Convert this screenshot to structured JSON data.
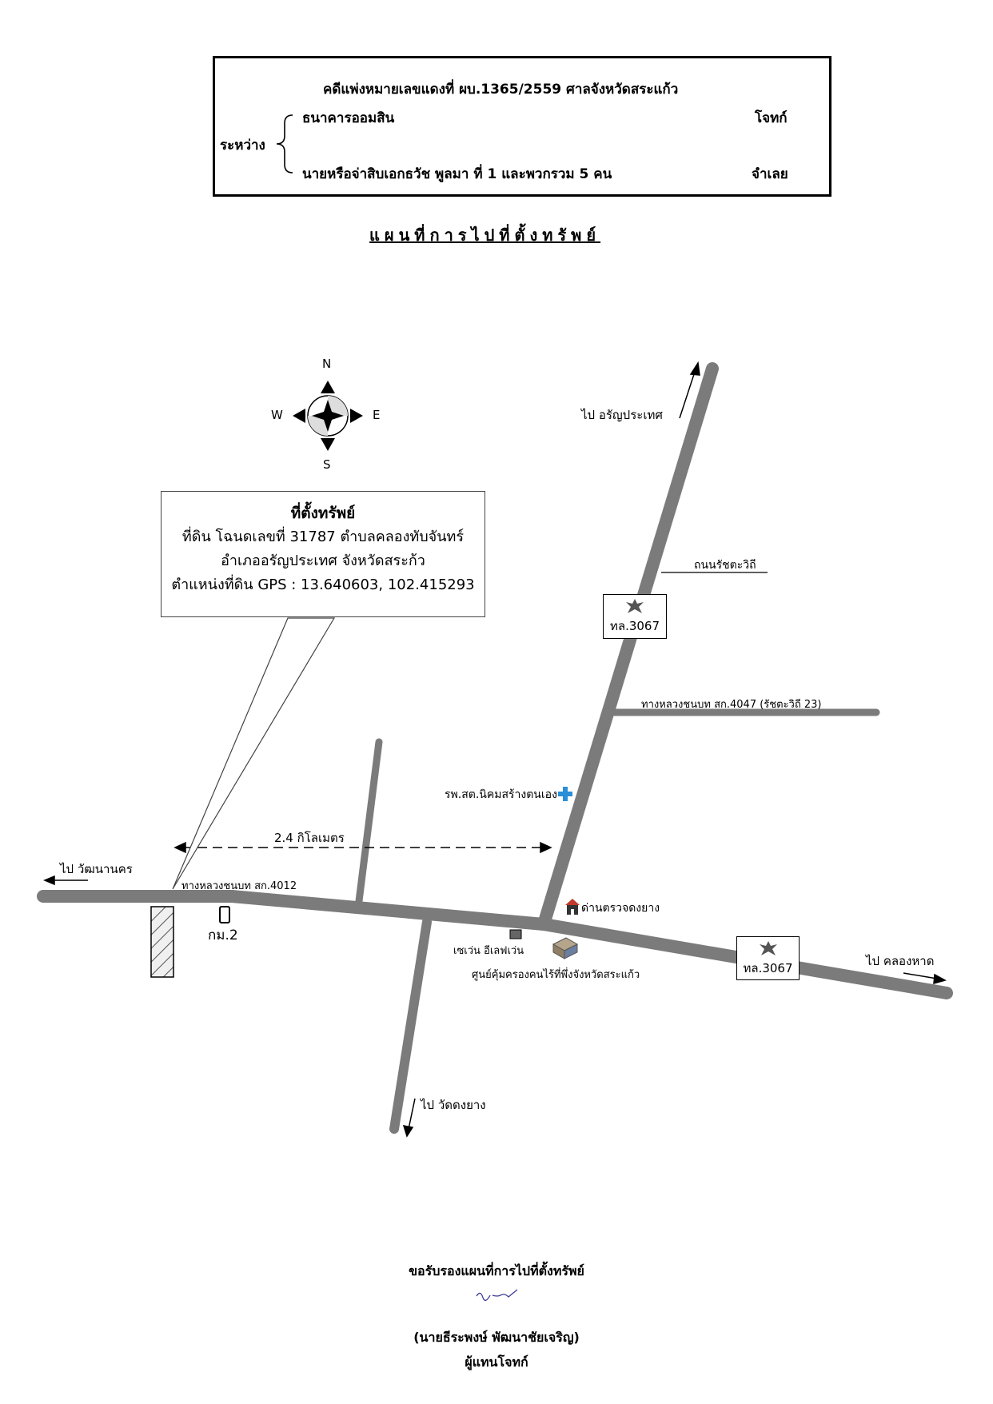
{
  "case": {
    "title": "คดีแพ่งหมายเลขแดงที่  ผบ.1365/2559   ศาลจังหวัดสระแก้ว",
    "between_label": "ระหว่าง",
    "plaintiff_name": "ธนาคารออมสิน",
    "plaintiff_role": "โจทก์",
    "defendant_name": "นายหรือจ่าสิบเอกธวัช  พูลมา ที่ 1 และพวกรวม 5 คน",
    "defendant_role": "จำเลย"
  },
  "map_title": "แผนที่การไปที่ตั้งทรัพย์",
  "compass": {
    "north": "N",
    "south": "S",
    "east": "E",
    "west": "W"
  },
  "location_box": {
    "heading": "ที่ตั้งทรัพย์",
    "line1": "ที่ดิน โฉนดเลขที่ 31787 ตำบลคลองทับจันทร์",
    "line2": "อำเภออรัญประเทศ จังหวัดสระก้ว",
    "line3": "ตำแหน่งที่ดิน GPS : 13.640603, 102.415293"
  },
  "roads": {
    "main_road": "ถนนรัชตะวิถี",
    "rural_4047": "ทางหลวงชนบท สก.4047 (รัชตะวิถี 23)",
    "rural_4012": "ทางหลวงชนบท สก.4012"
  },
  "highway_signs": {
    "north": "ทล.3067",
    "east": "ทล.3067"
  },
  "directions": {
    "to_aranyaprathet": "ไป อรัญประเทศ",
    "to_watthana_nakhon": "ไป วัฒนานคร",
    "to_khlong_hat": "ไป คลองหาด",
    "to_wat_dong_yang": "ไป วัดดงยาง"
  },
  "distance": "2.4 กิโลเมตร",
  "km_marker": "กม.2",
  "landmarks": {
    "health_center": "รพ.สต.นิคมสร้างตนเอง",
    "checkpoint": "ด่านตรวจดงยาง",
    "seven_eleven": "เซเว่น อีเลฟเว่น",
    "shelter": "ศูนย์คุ้มครองคนไร้ที่พึ่งจังหวัดสระแก้ว"
  },
  "signature": {
    "certify": "ขอรับรองแผนที่การไปที่ตั้งทรัพย์",
    "name": "(นายธีระพงษ์ พัฒนาชัยเจริญ)",
    "role": "ผู้แทนโจทก์"
  },
  "colors": {
    "road": "#7b7b7b",
    "text": "#000000",
    "hospital_cross": "#2a8fd6",
    "signature_ink": "#3b3b9a"
  }
}
